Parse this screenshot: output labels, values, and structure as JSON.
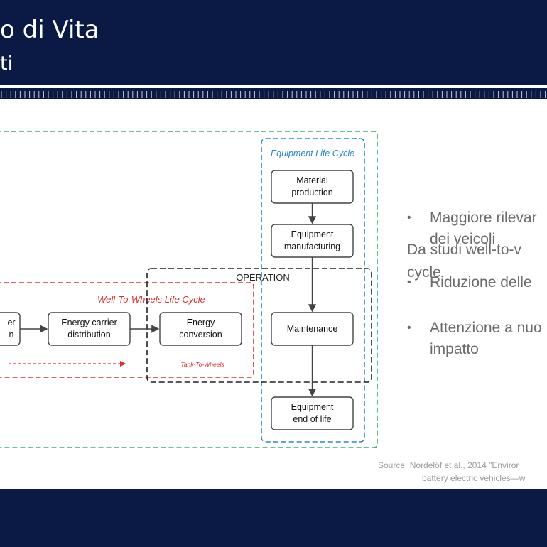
{
  "header": {
    "title": "o di Vita",
    "subtitle": "ti"
  },
  "diagram": {
    "labels": {
      "equipment_life_cycle": "Equipment Life Cycle",
      "operation": "OPERATION",
      "well_to_wheels": "Well-To-Wheels Life Cycle",
      "tank_to_wheels": "Tank-To-Wheels"
    },
    "boxes": {
      "partial_top": "er",
      "partial_bottom": "n",
      "energy_carrier_distribution": [
        "Energy carrier",
        "distribution"
      ],
      "energy_conversion": [
        "Energy",
        "conversion"
      ],
      "material_production": [
        "Material",
        "production"
      ],
      "equipment_manufacturing": [
        "Equipment",
        "manufacturing"
      ],
      "maintenance": "Maintenance",
      "equipment_end_of_life": [
        "Equipment",
        "end of life"
      ]
    },
    "colors": {
      "green": "#2db56a",
      "blue": "#2a86c9",
      "red": "#d9302c",
      "black": "#222222"
    }
  },
  "sidebar": {
    "intro_line1": "Da studi well-to-v",
    "intro_line2": "cycle",
    "bullets": [
      {
        "line1": "Maggiore rilevar",
        "line2": "dei veicoli"
      },
      {
        "line1": "Riduzione delle",
        "line2": ""
      },
      {
        "line1": "Attenzione a nuo",
        "line2": "impatto"
      }
    ]
  },
  "source": {
    "line1": "Source: Nordelöf et al., 2014 \"Enviror",
    "line2": "battery electric vehicles—w"
  }
}
